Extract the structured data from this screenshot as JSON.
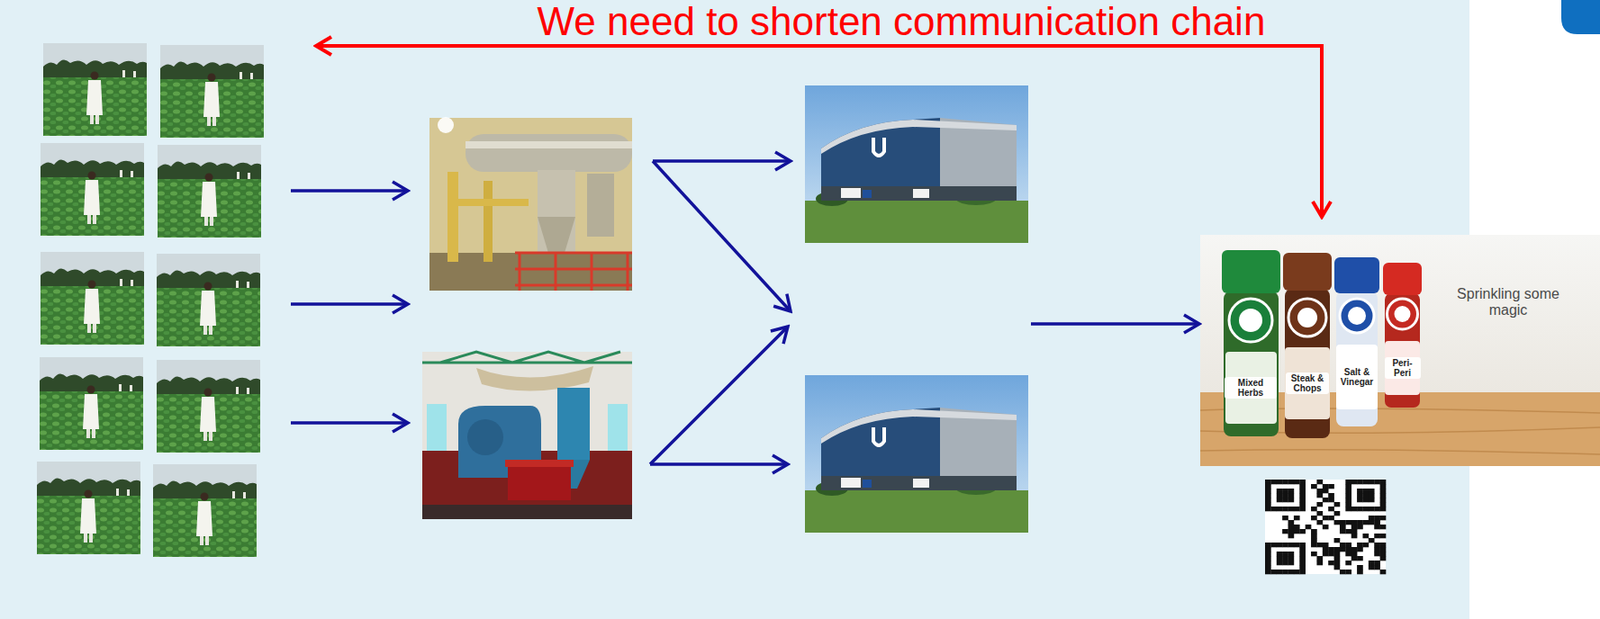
{
  "diagram": {
    "title": "We need to shorten communication chain",
    "nodes": [
      {
        "text": [
          "Mixed Herbs",
          "Steak & Chops",
          "Salt & Vinegar",
          "Peri-Peri",
          "Sprinkling some magic"
        ]
      }
    ]
  }
}
